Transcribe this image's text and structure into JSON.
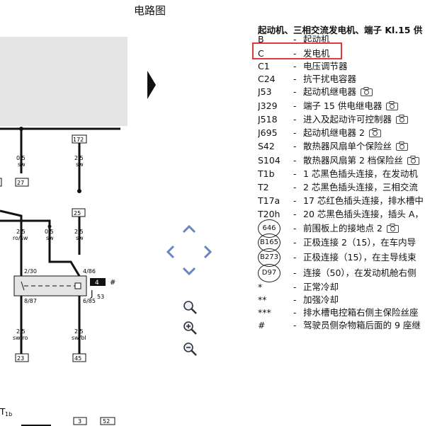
{
  "header": {
    "title": "电路图"
  },
  "legend": {
    "title": "起动机、三相交流发电机、端子 Kl.15 供",
    "items": [
      {
        "code": "B",
        "desc": "起动机",
        "camera": false
      },
      {
        "code": "C",
        "desc": "发电机",
        "camera": false
      },
      {
        "code": "C1",
        "desc": "电压调节器",
        "camera": false
      },
      {
        "code": "C24",
        "desc": "抗干扰电容器",
        "camera": false
      },
      {
        "code": "J53",
        "desc": "起动机继电器",
        "camera": true
      },
      {
        "code": "J329",
        "desc": "端子 15 供电继电器",
        "camera": true
      },
      {
        "code": "J518",
        "desc": "进入及起动许可控制器",
        "camera": true
      },
      {
        "code": "J695",
        "desc": "起动机继电器 2",
        "camera": true
      },
      {
        "code": "S42",
        "desc": "散热器风扇单个保险丝",
        "camera": true
      },
      {
        "code": "S104",
        "desc": "散热器风扇第 2 档保险丝",
        "camera": true
      },
      {
        "code": "T1b",
        "desc": "1 芯黑色插头连接，在发动机",
        "camera": false
      },
      {
        "code": "T2",
        "desc": "2 芯黑色插头连接，三相交流",
        "camera": false
      },
      {
        "code": "T17a",
        "desc": "17 芯红色插头连接，排水槽中",
        "camera": false
      },
      {
        "code": "T20h",
        "desc": "20 芯黑色插头连接，插头 A，",
        "camera": false
      },
      {
        "code": "646",
        "desc": "前围板上的接地点 2",
        "camera": true,
        "circle": true
      },
      {
        "code": "B165",
        "desc": "正极连接 2（15），在车内导",
        "camera": false,
        "circle": true
      },
      {
        "code": "B273",
        "desc": "正极连接（15），在主导线束",
        "camera": false,
        "circle": true
      },
      {
        "code": "D97",
        "desc": "连接（50），在发动机舱右侧",
        "camera": false,
        "circle": true
      },
      {
        "code": "*",
        "desc": "正常冷却",
        "camera": false
      },
      {
        "code": "**",
        "desc": "加强冷却",
        "camera": false
      },
      {
        "code": "***",
        "desc": "排水槽电控箱右侧主保险丝座",
        "camera": false
      },
      {
        "code": "#",
        "desc": "驾驶员侧杂物箱后面的 9 座继",
        "camera": false
      }
    ]
  },
  "diagram": {
    "nodes": {
      "n172": "172",
      "n27": "27",
      "n25": "25",
      "n23": "23",
      "n45": "45",
      "n3": "3",
      "n52": "52",
      "n4": "4"
    },
    "wires": {
      "w1_gauge": "0,5",
      "w1_color": "sw",
      "w2_gauge": "2,5",
      "w2_color": "sw",
      "w3_gauge": "2,5",
      "w3_color": "ro/sw",
      "w4_gauge": "0,5",
      "w4_color": "sw",
      "w5_gauge": "2,5",
      "w5_color": "sw",
      "w6_gauge": "2,5",
      "w6_color": "sw/ro",
      "w7_gauge": "2,5",
      "w7_color": "sw/bl"
    },
    "relay": {
      "label": "J",
      "sub": "53",
      "pin1": "2/30",
      "pin2": "4/86",
      "pin3": "8/87",
      "pin4": "6/85",
      "hash": "#"
    },
    "connector": {
      "label": "T",
      "sub": "1b"
    }
  },
  "nav": {
    "arrow": "expand-arrow-icon"
  }
}
